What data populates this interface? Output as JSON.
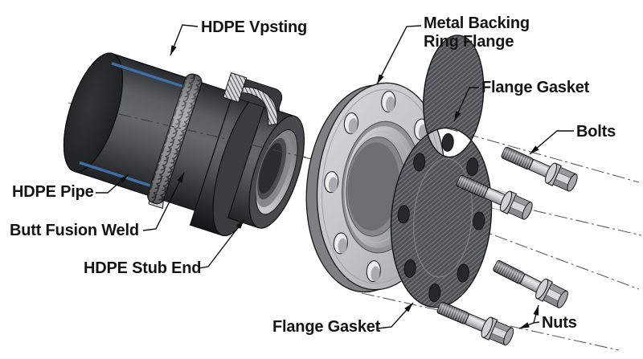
{
  "diagram": {
    "kind": "exploded-assembly-diagram",
    "subject_labels_visible": 9,
    "background": "#ffffff"
  },
  "labels": {
    "hdpe_vpsting": "HDPE Vpsting",
    "metal_backing_line1": "Metal Backing",
    "metal_backing_line2": "Ring Flange",
    "flange_gasket_top": "Flange Gasket",
    "bolts": "Bolts",
    "hdpe_pipe": "HDPE Pipe",
    "butt_fusion_weld": "Butt Fusion Weld",
    "hdpe_stub_end": "HDPE Stub End",
    "flange_gasket_bottom": "Flange Gasket",
    "nuts": "Nuts"
  },
  "colors": {
    "background": "#ffffff",
    "line_black": "#0f0f0f",
    "stripe_blue": "#3f6fa8",
    "pipe_dark": "#1a1b1d",
    "pipe_mid": "#64686d",
    "weld_gray": "#9b9ea1",
    "flange_metal": "#c7c8cb",
    "gasket_base": "#4d5054",
    "gasket_hatch_line": "#73767b",
    "gasket_hole": "#26282b",
    "bolt_metal": "#b0b3b6",
    "hatch_section_bg": "#d8d9da"
  }
}
